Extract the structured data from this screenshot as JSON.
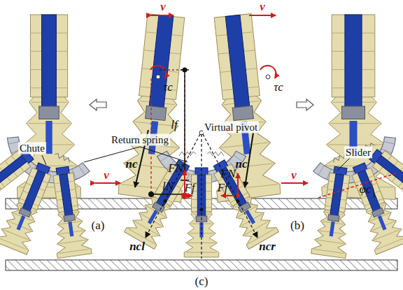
{
  "diagram": {
    "labels": [
      "v",
      "τc",
      "nc",
      "lf",
      "lN",
      "FN",
      "Ff",
      "(a)",
      "v",
      "τc",
      "nc",
      "Ff",
      "FN",
      "φc",
      "(b)",
      "Chute",
      "Return spring",
      "Virtual pivot",
      "Slider",
      "v",
      "v",
      "ncl",
      "ncr",
      "(c)"
    ]
  }
}
